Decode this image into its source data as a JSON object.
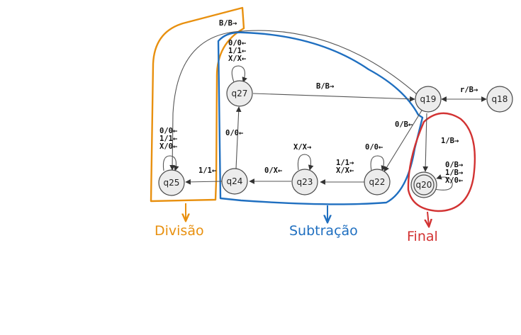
{
  "colors": {
    "division": "#e8900f",
    "subtraction": "#1f6fc0",
    "final": "#d23232",
    "node_fill": "#ececec",
    "edge": "#555555"
  },
  "nodes": {
    "q18": "q18",
    "q19": "q19",
    "q20": "q20",
    "q22": "q22",
    "q23": "q23",
    "q24": "q24",
    "q25": "q25",
    "q27": "q27"
  },
  "edges": {
    "q19_q25_top": "B/B→",
    "q27_loop": [
      "0/0←",
      "1/1←",
      "X/X←"
    ],
    "q27_q19": "B/B→",
    "q19_q18": "r/B→",
    "q19_q22": "0/B←",
    "q19_q20": "1/B→",
    "q20_loop": [
      "0/B→",
      "1/B→",
      "X/0←"
    ],
    "q22_loop": "0/0←",
    "q22_q23": [
      "1/1→",
      "X/X←"
    ],
    "q23_loop": "X/X→",
    "q23_q24": "0/X←",
    "q24_q27": "0/0←",
    "q24_q25": "1/1←",
    "q25_loop": [
      "0/0←",
      "1/1←",
      "X/0←"
    ]
  },
  "groups": {
    "division": "Divisão",
    "subtraction": "Subtração",
    "final": "Final"
  }
}
